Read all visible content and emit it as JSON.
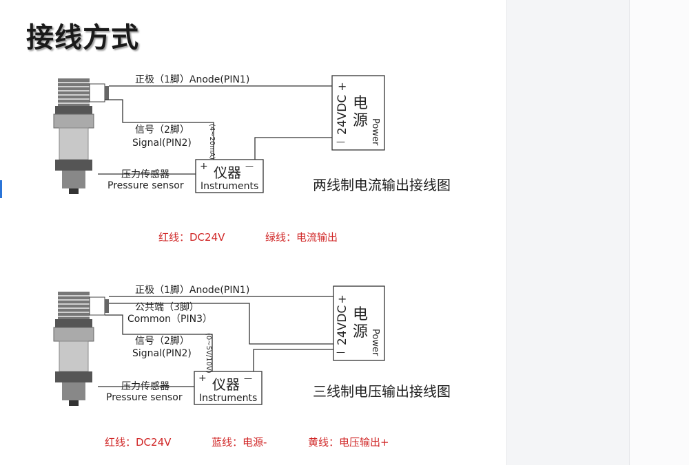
{
  "page": {
    "heading": "接线方式"
  },
  "diagram1": {
    "wire_anode": "正极（1脚）Anode(PIN1)",
    "signal_cn": "信号（2脚）",
    "signal_en": "Signal(PIN2)",
    "range": "(4~20mA)",
    "sensor_cn": "压力传感器",
    "sensor_en": "Pressure sensor",
    "instrument_cn": "仪器",
    "instrument_en": "Instruments",
    "power_cn_1": "电",
    "power_cn_2": "源",
    "power_en": "Power",
    "voltage": "24VDC",
    "plus": "+",
    "minus": "—",
    "caption": "两线制电流输出接线图",
    "legend": [
      "红线：DC24V",
      "绿线：电流输出"
    ]
  },
  "diagram2": {
    "wire_anode": "正极（1脚）Anode(PIN1)",
    "common_cn": "公共端（3脚）",
    "common_en": "Common（PIN3）",
    "signal_cn": "信号（2脚）",
    "signal_en": "Signal(PIN2)",
    "range": "(0~5V/10V)",
    "sensor_cn": "压力传感器",
    "sensor_en": "Pressure sensor",
    "instrument_cn": "仪器",
    "instrument_en": "Instruments",
    "power_cn_1": "电",
    "power_cn_2": "源",
    "power_en": "Power",
    "voltage": "24VDC",
    "plus": "+",
    "minus": "—",
    "caption": "三线制电压输出接线图",
    "legend": [
      "红线：DC24V",
      "蓝线：电源-",
      "黄线：电压输出+"
    ]
  },
  "colors": {
    "legend_text": "#d02626",
    "line": "#333333"
  }
}
